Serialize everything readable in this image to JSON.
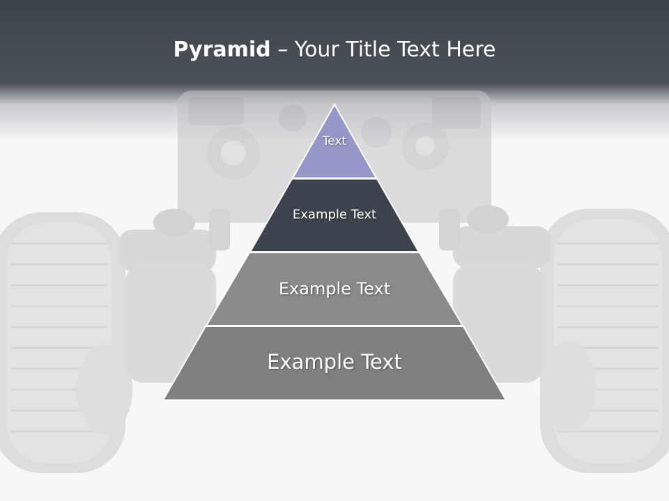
{
  "slide": {
    "title_bold": "Pyramid",
    "title_rest": " – Your Title Text Here"
  },
  "background_image": {
    "icon": "car-chassis-illustration"
  },
  "pyramid": {
    "tiers": [
      {
        "label": "Text",
        "color": "#9597c9"
      },
      {
        "label": "Example Text",
        "color": "#3d434c"
      },
      {
        "label": "Example Text",
        "color": "#8a8a8a"
      },
      {
        "label": "Example Text",
        "color": "#7f7f7f"
      }
    ]
  }
}
